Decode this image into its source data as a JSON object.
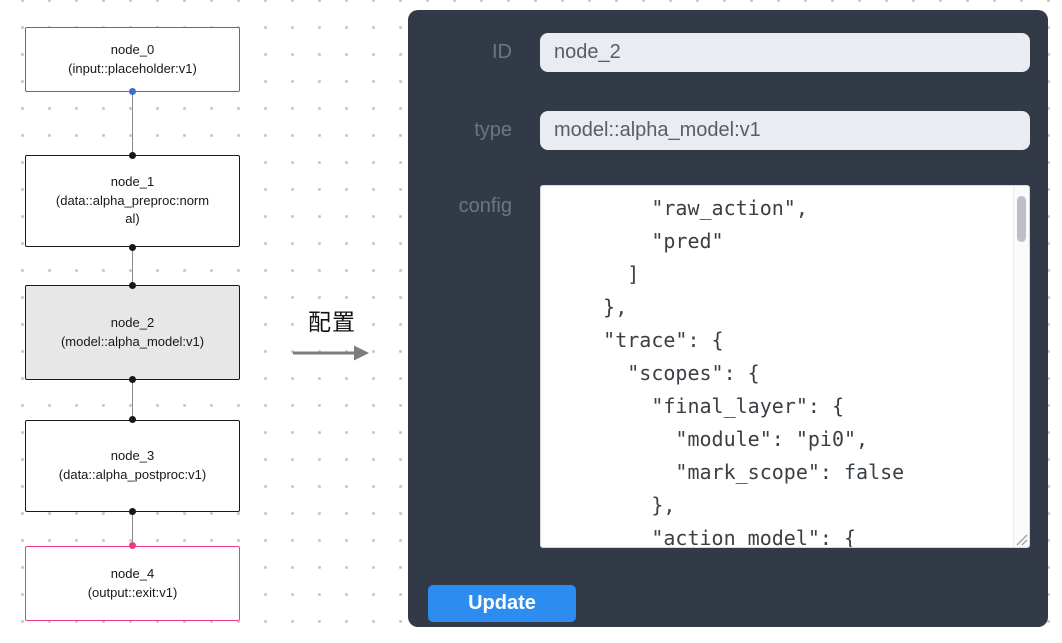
{
  "flow": {
    "nodes": [
      {
        "label": "node_0",
        "sub": "(input::placeholder:v1)",
        "variant": "input"
      },
      {
        "label": "node_1",
        "sub": "(data::alpha_preproc:normal)",
        "variant": "default"
      },
      {
        "label": "node_2",
        "sub": "(model::alpha_model:v1)",
        "variant": "selected"
      },
      {
        "label": "node_3",
        "sub": "(data::alpha_postproc:v1)",
        "variant": "default"
      },
      {
        "label": "node_4",
        "sub": "(output::exit:v1)",
        "variant": "output"
      }
    ]
  },
  "arrow": {
    "label": "配置"
  },
  "panel": {
    "fields": [
      {
        "label": "ID",
        "value": "node_2"
      },
      {
        "label": "type",
        "value": "model::alpha_model:v1"
      },
      {
        "label": "config"
      }
    ],
    "config_text": "        \"raw_action\",\n        \"pred\"\n      ]\n    },\n    \"trace\": {\n      \"scopes\": {\n        \"final_layer\": {\n          \"module\": \"pi0\",\n          \"mark_scope\": false\n        },\n        \"action_model\": {",
    "update_label": "Update"
  },
  "colors": {
    "panel_bg": "#333a47",
    "button_blue": "#2d8cf0",
    "node_input_border": "#3e6ed0",
    "node_output_border": "#ee3a8c",
    "selected_node_bg": "#e7e7e7"
  }
}
